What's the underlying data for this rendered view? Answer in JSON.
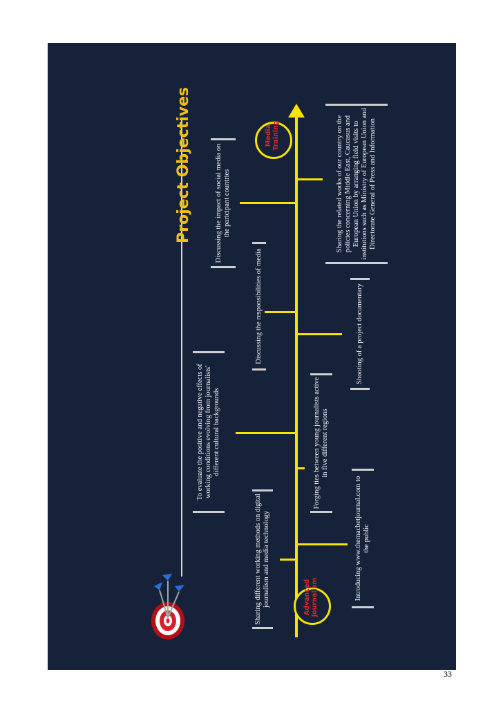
{
  "slide": {
    "title": "Project Objectives",
    "start_label": "Advanced Journalism",
    "end_label": "Media Training",
    "objectives": [
      "Sharing different working methods on digital journalism and media technology",
      "Introducing www.themacbetjournal.com to the public",
      "Forging ties between young journalists active in five different regions",
      "To evaluate the positive and negative effects of working conditions evolving from journalists' different cultural backgrounds",
      "Shooting of a project documentary",
      "Discussing the responsibilities of media",
      "Discussing the impact of social media on the paricipant countries",
      "Sharing the related works of our country on the policies concerning Middle East, Caucasus and European Union by arranging field visits to institutions such as Ministry of European Union and Directorate General of Press and Information"
    ]
  },
  "colors": {
    "background": "#16223a",
    "timeline": "#f5e400",
    "title": "#f2c014",
    "accent_red": "#e0202a"
  },
  "icons": [
    "target-with-darts-icon",
    "arrow-head-icon"
  ],
  "page_number": "33"
}
